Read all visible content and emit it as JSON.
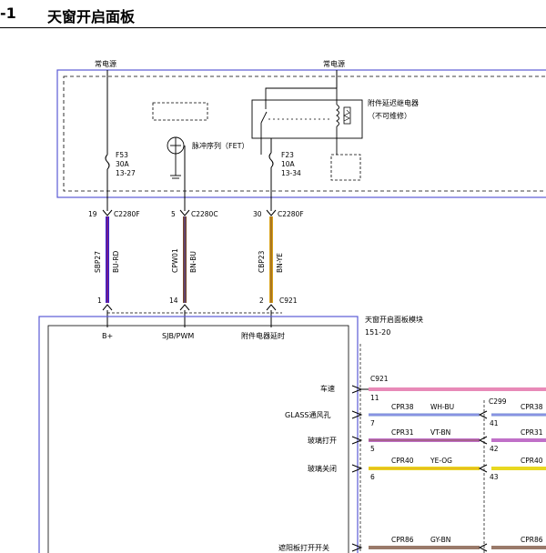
{
  "header": {
    "number": "-1",
    "title": "天窗开启面板"
  },
  "power": {
    "left": "常电源",
    "right": "常电源"
  },
  "relay": {
    "label1": "附件延迟继电器",
    "label2": "（不可维修）"
  },
  "pulse_label": "脉冲序列（FET）",
  "fuses": [
    {
      "id": "F53",
      "amp": "30A",
      "ref": "13-27"
    },
    {
      "id": "F23",
      "amp": "10A",
      "ref": "13-34"
    }
  ],
  "top_connectors": [
    {
      "pin": "19",
      "conn": "C2280F"
    },
    {
      "pin": "5",
      "conn": "C2280C"
    },
    {
      "pin": "30",
      "conn": "C2280F"
    }
  ],
  "wires": [
    {
      "circuit": "SBP27",
      "color": "BU-RD"
    },
    {
      "circuit": "CPW01",
      "color": "BN-BU"
    },
    {
      "circuit": "CBP23",
      "color": "BN-YE"
    }
  ],
  "bottom_pins": [
    {
      "pin": "1"
    },
    {
      "pin": "14"
    },
    {
      "pin": "2",
      "conn": "C921"
    }
  ],
  "module": {
    "name": "天窗开启面板模块",
    "ref": "151-20"
  },
  "module_labels": [
    "B+",
    "SJB/PWM",
    "附件电器延时"
  ],
  "signals": [
    {
      "label": "车速",
      "pin": "11",
      "circuit": "",
      "color": "",
      "pin2": "",
      "connector_top": "C921"
    },
    {
      "label": "GLASS通风孔",
      "pin": "7",
      "circuit": "CPR38",
      "color": "WH-BU",
      "pin2": "41",
      "connector_top": "C299",
      "right_circuit": "CPR38"
    },
    {
      "label": "玻璃打开",
      "pin": "5",
      "circuit": "CPR31",
      "color": "VT-BN",
      "pin2": "42",
      "right_circuit": "CPR31"
    },
    {
      "label": "玻璃关闭",
      "pin": "6",
      "circuit": "CPR40",
      "color": "YE-OG",
      "pin2": "43",
      "right_circuit": "CPR40"
    },
    {
      "label": "遮阳板打开开关",
      "pin": "",
      "circuit": "CPR86",
      "color": "GY-BN",
      "pin2": "",
      "right_circuit": "CPR86"
    }
  ],
  "colors": {
    "box_border": "#5b5bd6",
    "bu_rd": "#3a1fd1",
    "bn_bu": "#7a4a2a",
    "bn_ye": "#d9a21a",
    "pink": "#e88ab8",
    "wh_bu": "#b8c8e8",
    "vt_bn": "#c070c8",
    "ye_og": "#e8d820",
    "gy_bn": "#9a7a6a"
  }
}
